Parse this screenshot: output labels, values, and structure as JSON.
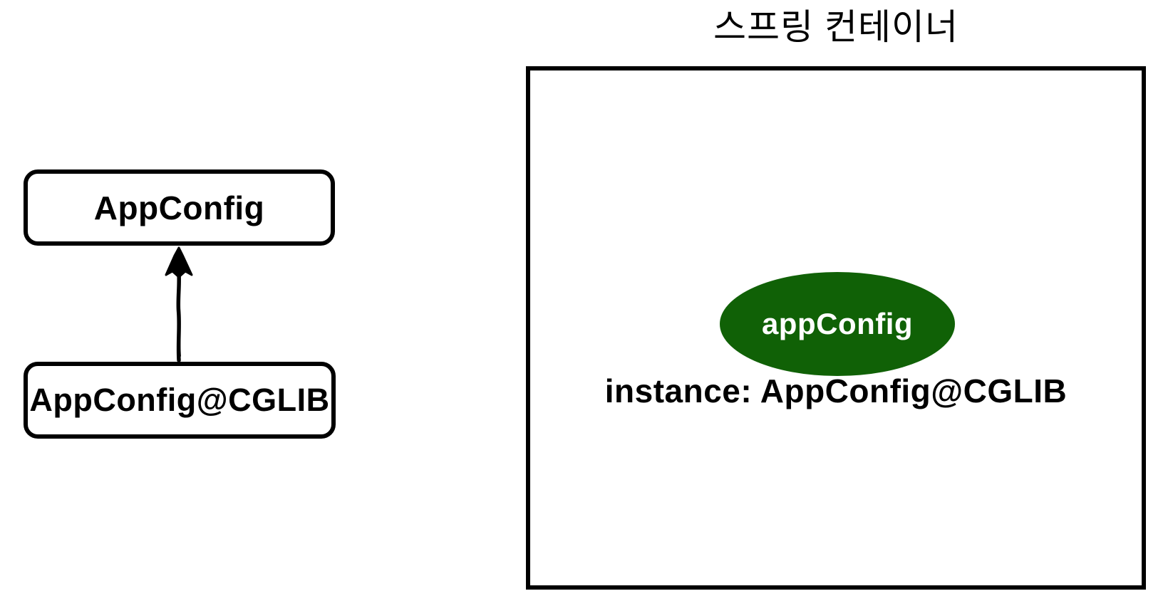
{
  "page": {
    "background": "#ffffff",
    "outline_color": "#000000"
  },
  "class_diagram": {
    "superclass_box": {
      "label": "AppConfig"
    },
    "subclass_box": {
      "label": "AppConfig@CGLIB"
    },
    "arrow": {
      "meaning": "inheritance",
      "direction": "up",
      "color": "#000000"
    }
  },
  "spring_container": {
    "title": "스프링 컨테이너",
    "bean_ellipse": {
      "label": "appConfig",
      "fill": "#106106",
      "text_color": "#ffffff"
    },
    "instance_label": "instance: AppConfig@CGLIB"
  }
}
